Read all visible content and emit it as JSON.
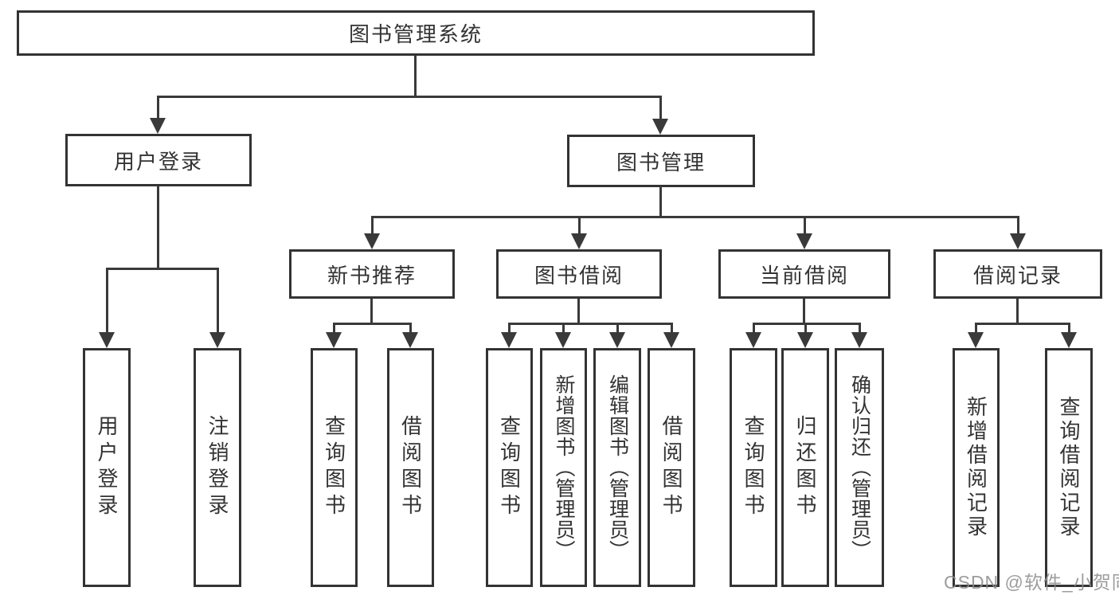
{
  "tree": {
    "root": {
      "label": "图书管理系统",
      "children": [
        {
          "label": "用户登录",
          "children": [
            {
              "label": "用户登录"
            },
            {
              "label": "注销登录"
            }
          ]
        },
        {
          "label": "图书管理",
          "children": [
            {
              "label": "新书推荐",
              "children": [
                {
                  "label": "查询图书"
                },
                {
                  "label": "借阅图书"
                }
              ]
            },
            {
              "label": "图书借阅",
              "children": [
                {
                  "label": "查询图书"
                },
                {
                  "label": "新增图书（管理员）"
                },
                {
                  "label": "编辑图书（管理员）"
                },
                {
                  "label": "借阅图书"
                }
              ]
            },
            {
              "label": "当前借阅",
              "children": [
                {
                  "label": "查询图书"
                },
                {
                  "label": "归还图书"
                },
                {
                  "label": "确认归还（管理员）"
                }
              ]
            },
            {
              "label": "借阅记录",
              "children": [
                {
                  "label": "新增借阅记录"
                },
                {
                  "label": "查询借阅记录"
                }
              ]
            }
          ]
        }
      ]
    }
  },
  "watermark": {
    "text": "CSDN @软件_小贺同学"
  },
  "colors": {
    "line": "#3a3a3a",
    "border": "#333333",
    "text": "#333333",
    "background": "#ffffff",
    "watermark": "#8c8c8c"
  }
}
